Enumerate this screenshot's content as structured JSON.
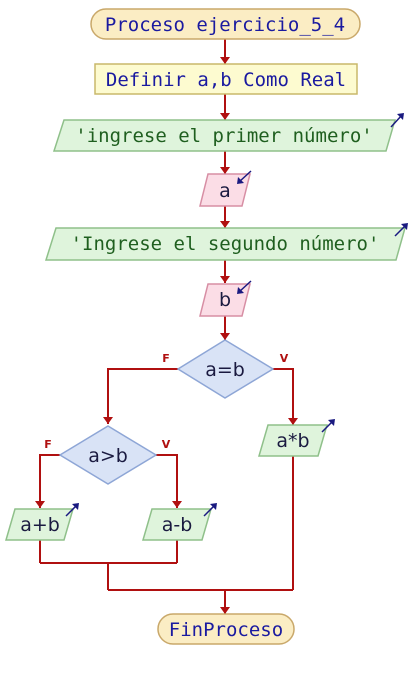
{
  "diagram": {
    "start": "Proceso ejercicio_5_4",
    "define": "Definir a,b Como Real",
    "output1": "'ingrese el primer número'",
    "input1": "a",
    "output2": "'Ingrese el segundo número'",
    "input2": "b",
    "decision1": "a=b",
    "decision1_false": "F",
    "decision1_true": "V",
    "output_true": "a*b",
    "decision2": "a>b",
    "decision2_false": "F",
    "decision2_true": "V",
    "output_sum": "a+b",
    "output_diff": "a-b",
    "end": "FinProceso"
  },
  "colors": {
    "terminal_fill": "#fbedc4",
    "process_fill": "#fdfbd0",
    "output_fill": "#dff4dc",
    "input_fill": "#fbdde6",
    "decision_fill": "#d9e3f6",
    "flow_line": "#b01010"
  }
}
